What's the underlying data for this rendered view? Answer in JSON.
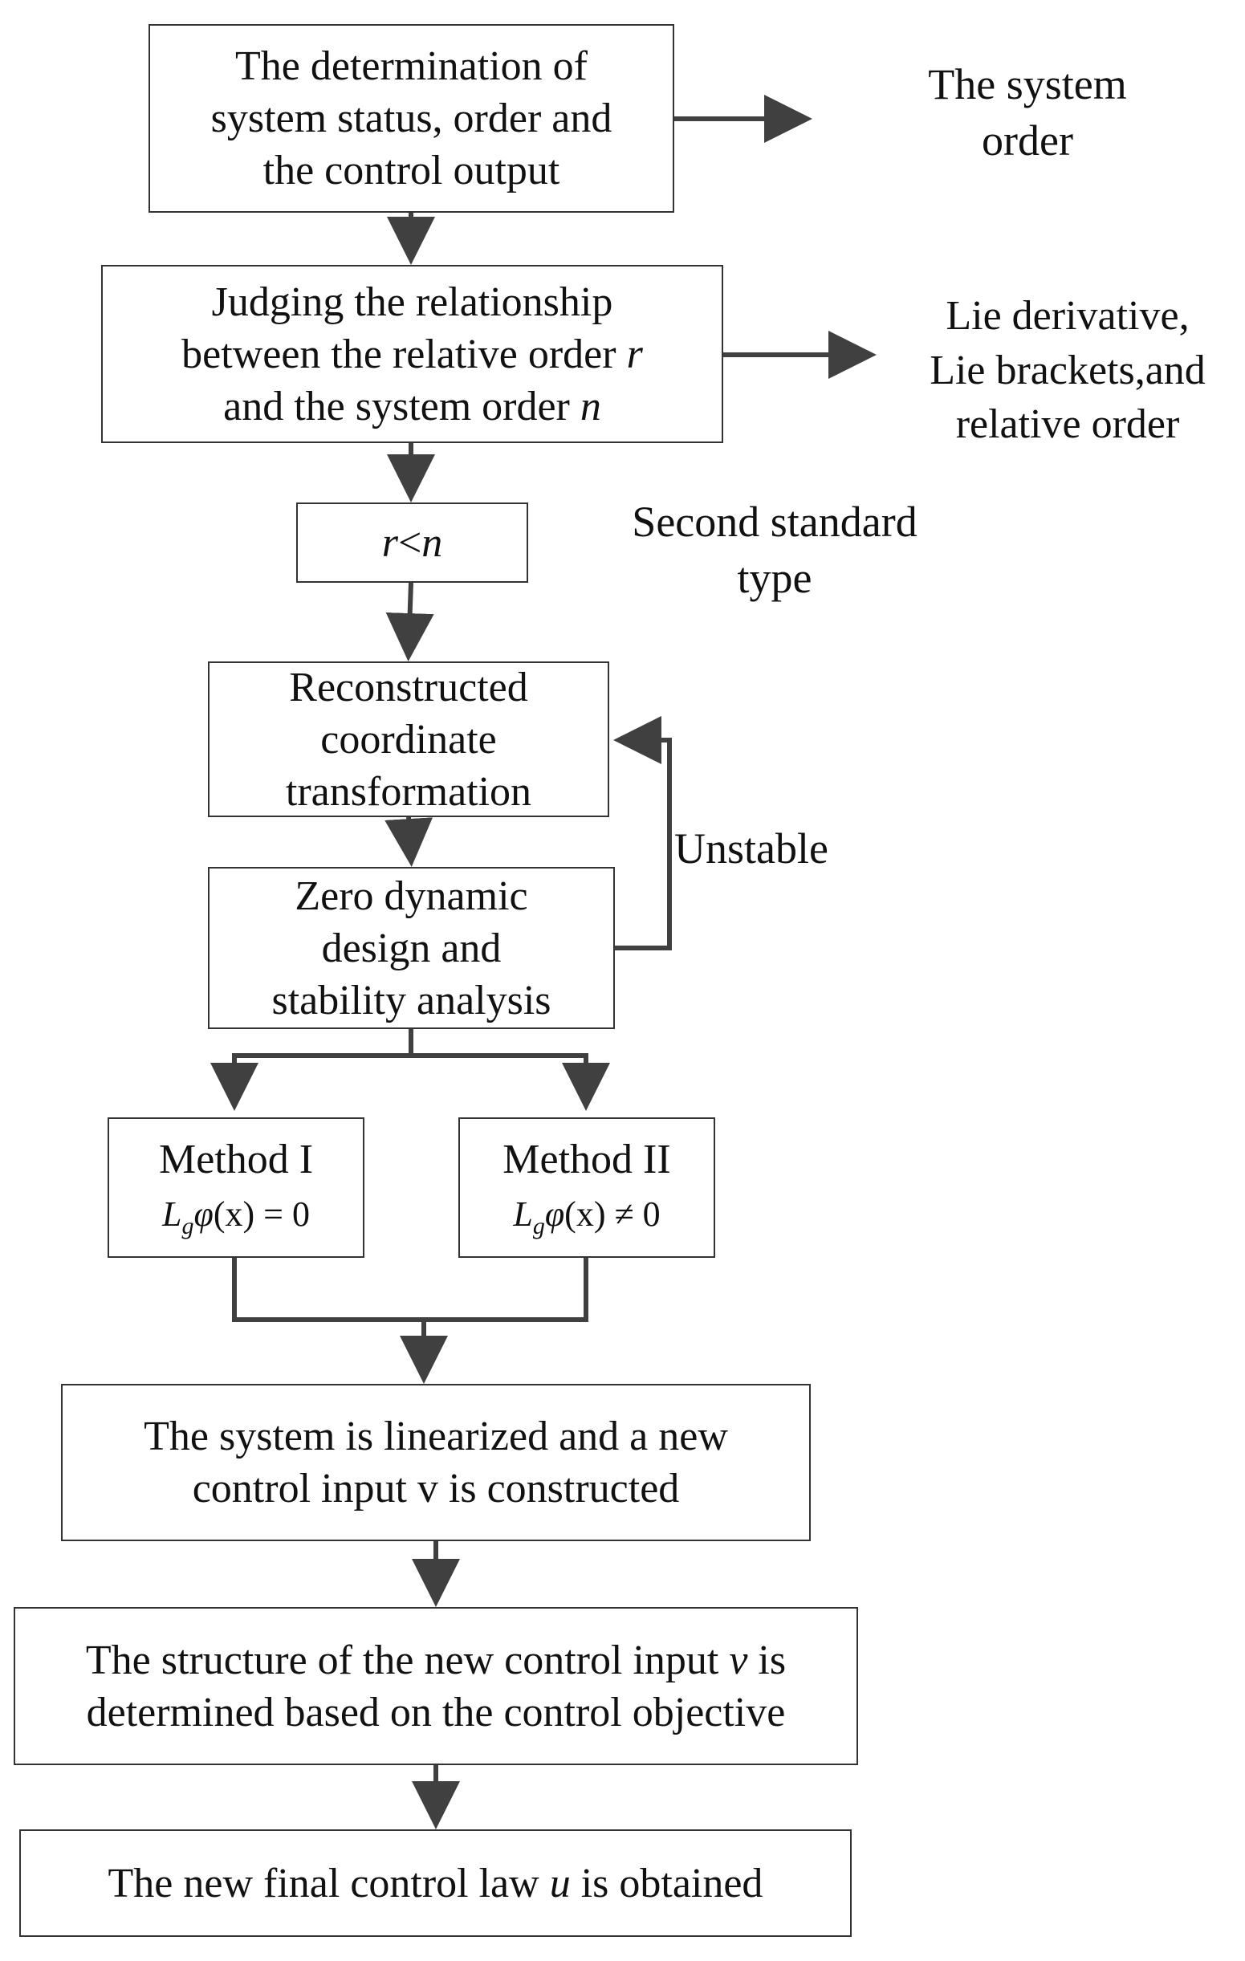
{
  "flow": {
    "box1": {
      "lines": [
        "The determination of",
        "system status, order and",
        "the control output"
      ]
    },
    "note1": {
      "lines": [
        "The system",
        "order"
      ]
    },
    "box2": {
      "line1": "Judging the relationship",
      "line2_text": "between the relative order ",
      "line2_var": "r",
      "line3_text": "and the system order ",
      "line3_var": "n"
    },
    "note2": {
      "lines": [
        "Lie derivative,",
        "Lie brackets,and",
        "relative order"
      ]
    },
    "box3": {
      "var_r": "r",
      "op": "<",
      "var_n": "n"
    },
    "note3": {
      "lines": [
        "Second standard",
        "type"
      ]
    },
    "box4": {
      "lines": [
        "Reconstructed",
        "coordinate",
        "transformation"
      ]
    },
    "box5": {
      "lines": [
        "Zero dynamic",
        "design and",
        "stability analysis"
      ]
    },
    "feedback_label": "Unstable",
    "method1": {
      "title": "Method I",
      "L": "L",
      "sub": "g",
      "phi": "φ",
      "x": "(x)",
      "rel": " = 0"
    },
    "method2": {
      "title": "Method II",
      "L": "L",
      "sub": "g",
      "phi": "φ",
      "x": "(x)",
      "rel": " ≠ 0"
    },
    "box6": {
      "lines": [
        "The system is linearized and  a new",
        "control input v is constructed"
      ]
    },
    "box7": {
      "line1_text": "The structure of the new control input ",
      "line1_var": "v",
      "line1_end": " is",
      "line2": "determined based on the control objective"
    },
    "box8": {
      "text_a": "The new final control law ",
      "var": "u",
      "text_b": " is obtained"
    }
  },
  "colors": {
    "stroke": "#404040",
    "text": "#111111",
    "background": "#ffffff"
  }
}
